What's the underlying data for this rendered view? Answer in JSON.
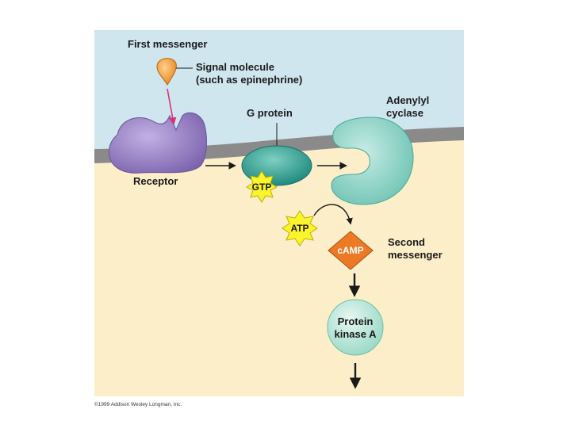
{
  "labels": {
    "first_messenger": "First messenger",
    "signal_molecule_line1": "Signal molecule",
    "signal_molecule_line2": "(such as epinephrine)",
    "g_protein": "G protein",
    "adenylyl_line1": "Adenylyl",
    "adenylyl_line2": "cyclase",
    "receptor": "Receptor",
    "gtp": "GTP",
    "atp": "ATP",
    "camp": "cAMP",
    "second_line1": "Second",
    "second_line2": "messenger",
    "pka_line1": "Protein",
    "pka_line2": "kinase A"
  },
  "copyright": "©1999 Addison Wesley Longman, Inc.",
  "colors": {
    "extracellular": "#cfe6ef",
    "cytoplasm": "#fbeec8",
    "membrane": "#8a8a8a",
    "receptor": "#9a82c4",
    "g_protein": "#3fa89a",
    "adenylyl_cyclase": "#8fd3c6",
    "signal_molecule": "#f3a036",
    "starburst": "#fbf42c",
    "camp": "#ec7a25",
    "protein_kinase_a": "#bfe8dc",
    "pink_arrow": "#d6337c"
  }
}
